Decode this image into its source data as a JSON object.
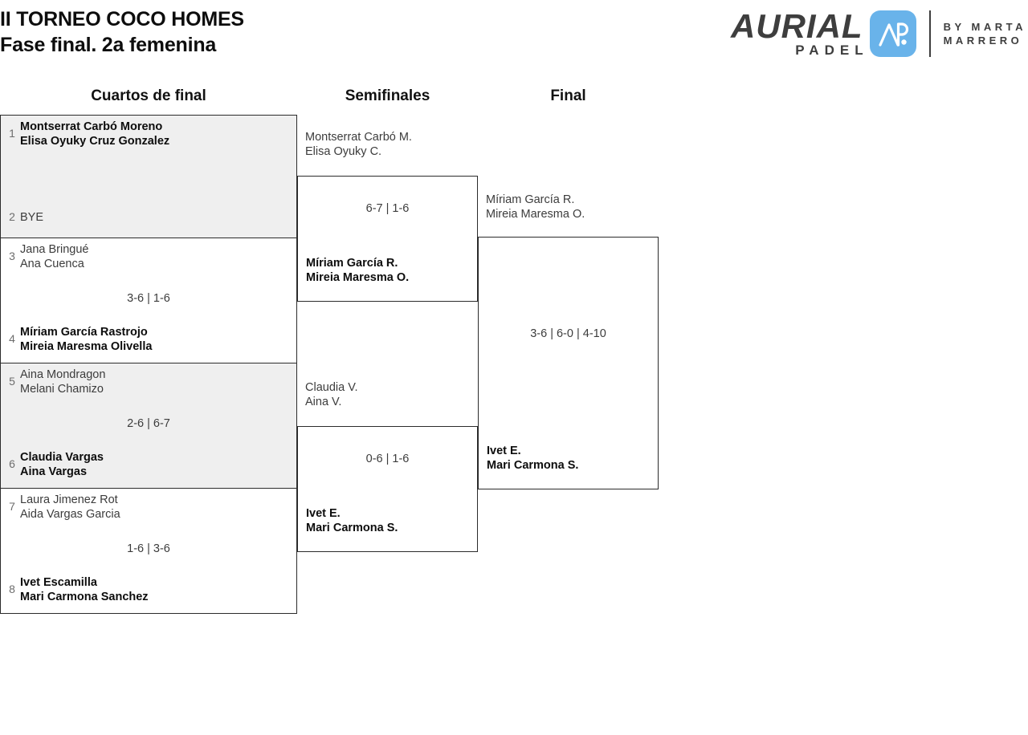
{
  "header": {
    "title_line1": "II TORNEO COCO HOMES",
    "title_line2": "Fase final. 2a femenina"
  },
  "logo": {
    "brand": "AURIAL",
    "sub": "PADEL",
    "mark_icon": "aurial-monogram-icon",
    "by_line1": "BY MARTA",
    "by_line2": "MARRERO",
    "mark_color": "#69b3ea",
    "text_color": "#3e3e3e"
  },
  "rounds": {
    "quarterfinals": "Cuartos de final",
    "semifinals": "Semifinales",
    "final": "Final"
  },
  "colors": {
    "shaded_row": "#efefef",
    "border": "#2b2b2b",
    "winner_text": "#0d0d0d",
    "normal_text": "#3c3c3c",
    "seed_text": "#6d6d6d"
  },
  "quarterfinals": [
    {
      "shaded": true,
      "top": {
        "seed": "1",
        "player1": "Montserrat Carbó Moreno",
        "player2": "Elisa Oyuky Cruz Gonzalez",
        "winner": true
      },
      "bottom": {
        "seed": "2",
        "bye": "BYE",
        "winner": false
      },
      "score": ""
    },
    {
      "shaded": false,
      "top": {
        "seed": "3",
        "player1": "Jana Bringué",
        "player2": "Ana Cuenca",
        "winner": false
      },
      "bottom": {
        "seed": "4",
        "player1": "Míriam García Rastrojo",
        "player2": "Mireia Maresma Olivella",
        "winner": true
      },
      "score": "3-6 | 1-6"
    },
    {
      "shaded": true,
      "top": {
        "seed": "5",
        "player1": "Aina Mondragon",
        "player2": "Melani Chamizo",
        "winner": false
      },
      "bottom": {
        "seed": "6",
        "player1": "Claudia Vargas",
        "player2": "Aina Vargas",
        "winner": true
      },
      "score": "2-6 | 6-7"
    },
    {
      "shaded": false,
      "top": {
        "seed": "7",
        "player1": "Laura Jimenez Rot",
        "player2": "Aida Vargas Garcia",
        "winner": false
      },
      "bottom": {
        "seed": "8",
        "player1": "Ivet Escamilla",
        "player2": "Mari Carmona Sanchez",
        "winner": true
      },
      "score": "1-6 | 3-6"
    }
  ],
  "semifinals": [
    {
      "top": {
        "player1": "Montserrat Carbó M.",
        "player2": "Elisa Oyuky C.",
        "winner": false
      },
      "bottom": {
        "player1": "Míriam García R.",
        "player2": "Mireia Maresma O.",
        "winner": true
      },
      "score": "6-7 | 1-6"
    },
    {
      "top": {
        "player1": "Claudia V.",
        "player2": "Aina V.",
        "winner": false
      },
      "bottom": {
        "player1": "Ivet E.",
        "player2": "Mari Carmona S.",
        "winner": true
      },
      "score": "0-6 | 1-6"
    }
  ],
  "final": {
    "top": {
      "player1": "Míriam García R.",
      "player2": "Mireia Maresma O.",
      "winner": false
    },
    "bottom": {
      "player1": "Ivet E.",
      "player2": "Mari Carmona S.",
      "winner": true
    },
    "score": "3-6 | 6-0 | 4-10"
  }
}
